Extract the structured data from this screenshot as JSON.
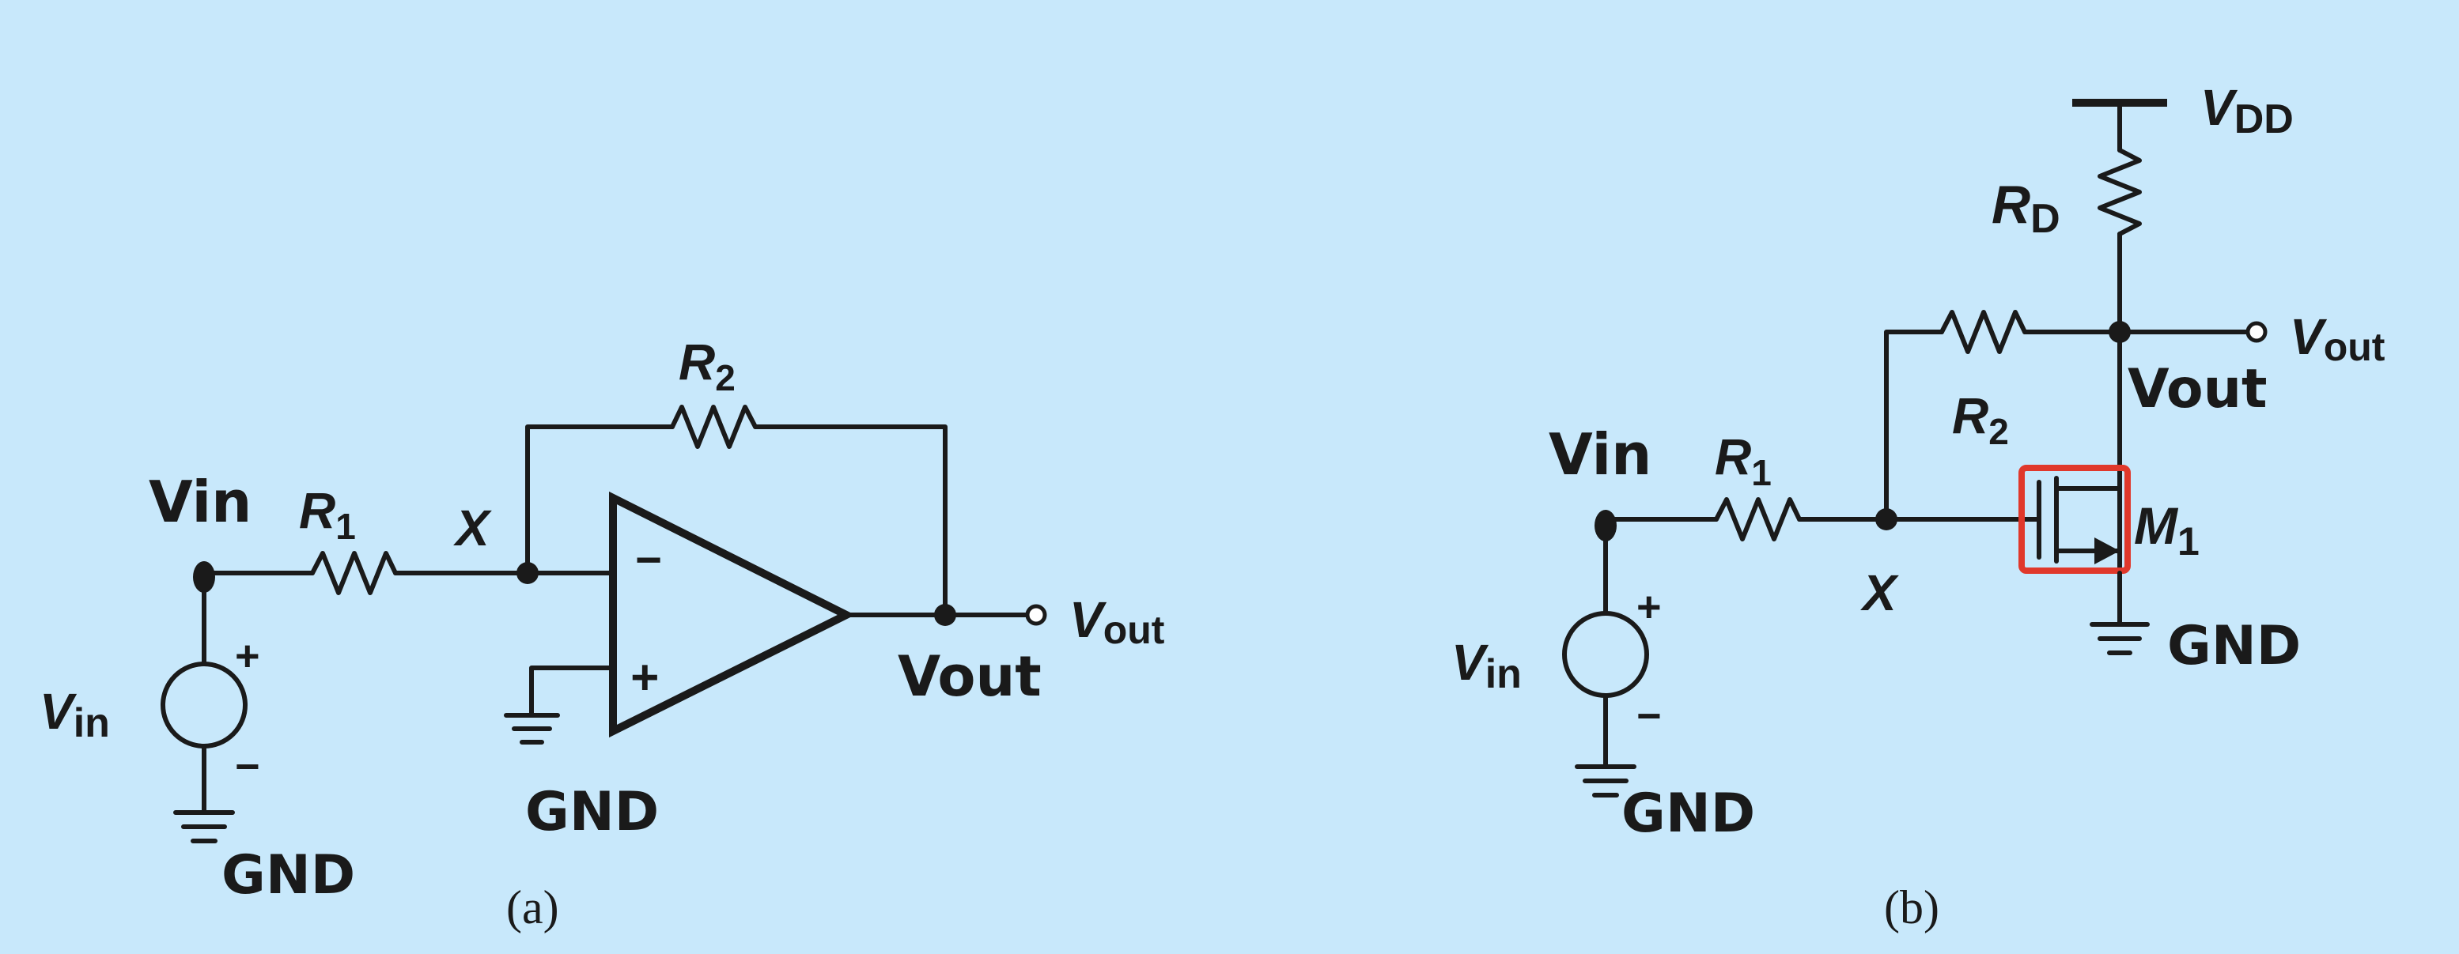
{
  "circuit_a": {
    "caption": "(a)",
    "r1": {
      "main": "R",
      "sub": "1"
    },
    "r2": {
      "main": "R",
      "sub": "2"
    },
    "vin_node": "Vin",
    "vin_src": {
      "main": "V",
      "sub": "in"
    },
    "x_node": "X",
    "vout_node": "Vout",
    "vout_term": {
      "main": "V",
      "sub": "out"
    },
    "gnd_src": "GND",
    "gnd_opamp": "GND",
    "minus": "−",
    "plus": "+",
    "src_plus": "+",
    "src_minus": "−"
  },
  "circuit_b": {
    "caption": "(b)",
    "vdd": {
      "main": "V",
      "sub": "DD"
    },
    "rd": {
      "main": "R",
      "sub": "D"
    },
    "r1": {
      "main": "R",
      "sub": "1"
    },
    "r2": {
      "main": "R",
      "sub": "2"
    },
    "m1": {
      "main": "M",
      "sub": "1"
    },
    "vin_node": "Vin",
    "vin_src": {
      "main": "V",
      "sub": "in"
    },
    "x_node": "X",
    "vout_node": "Vout",
    "vout_term": {
      "main": "V",
      "sub": "out"
    },
    "gnd_src": "GND",
    "gnd_m1": "GND",
    "src_plus": "+",
    "src_minus": "−",
    "highlight_color": "#e0382b"
  }
}
